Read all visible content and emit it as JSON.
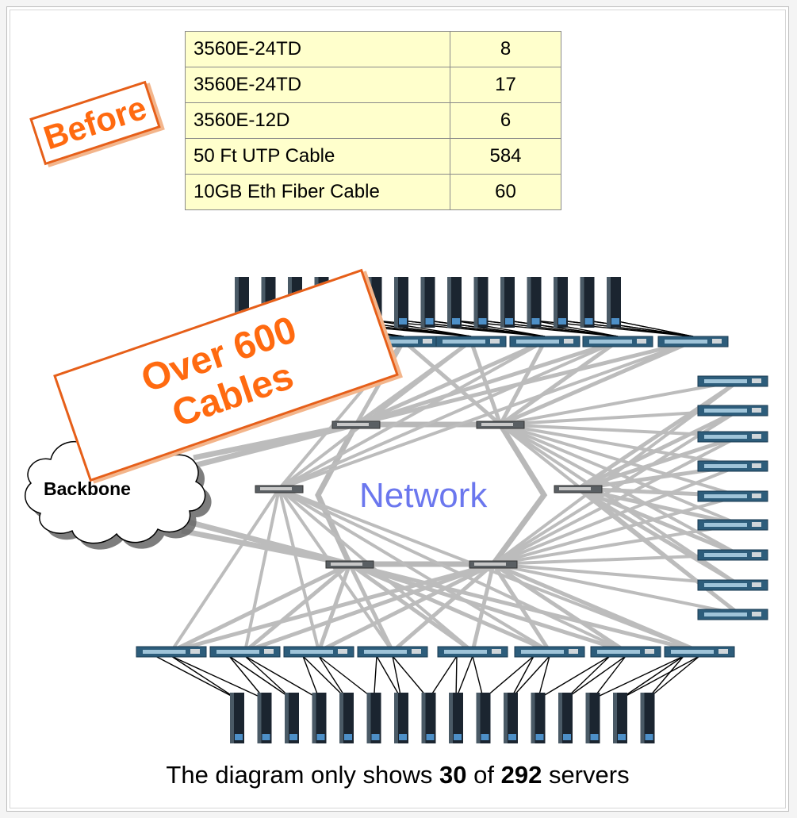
{
  "inventory": {
    "rows": [
      {
        "item": "3560E-24TD",
        "qty": "8"
      },
      {
        "item": "3560E-24TD",
        "qty": "17"
      },
      {
        "item": "3560E-12D",
        "qty": "6"
      },
      {
        "item": "50 Ft UTP Cable",
        "qty": "584"
      },
      {
        "item": "10GB Eth Fiber Cable",
        "qty": "60"
      }
    ]
  },
  "stamps": {
    "before": "Before",
    "cables_line1": "Over 600",
    "cables_line2": "Cables"
  },
  "network": {
    "label": "Network"
  },
  "backbone": {
    "label": "Backbone"
  },
  "caption": {
    "part1": "The diagram only shows ",
    "shown": "30",
    "part2": " of ",
    "total": "292",
    "part3": " servers"
  },
  "diagram": {
    "top_servers": 15,
    "bottom_servers": 16,
    "top_switches": 5,
    "bottom_switches": 8,
    "right_switches": 9,
    "core_switches": 6,
    "colors": {
      "link": "#bcbcbc",
      "core_ring": "#b8b8b8",
      "stamp": "#ff6a10",
      "network_text": "#6b77ee",
      "table_fill": "#ffffcc"
    }
  }
}
